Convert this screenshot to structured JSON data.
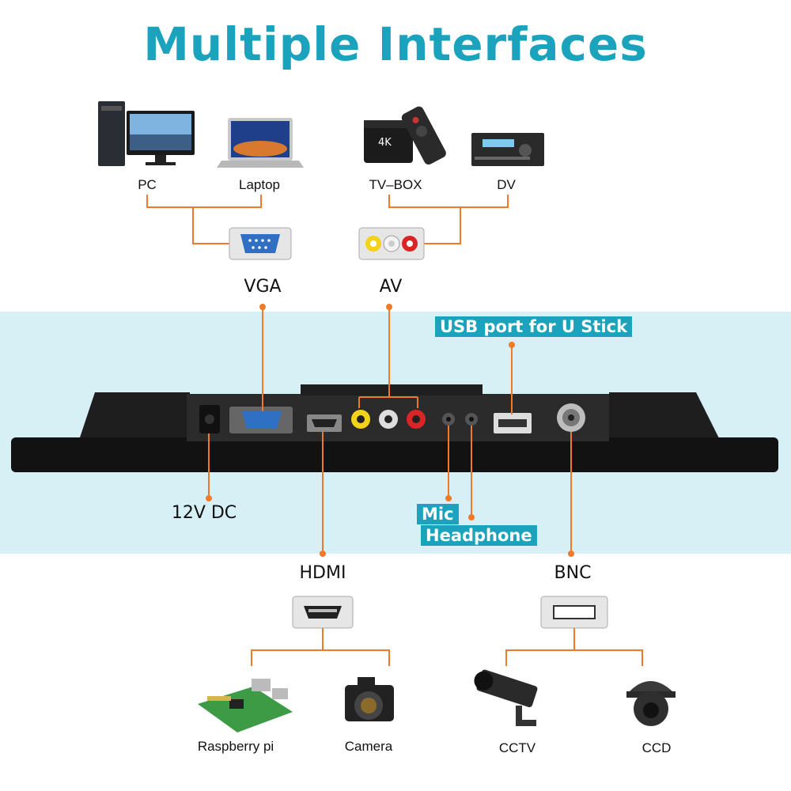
{
  "title": "Multiple Interfaces",
  "devices_top": {
    "pc": "PC",
    "laptop": "Laptop",
    "tvbox": "TV–BOX",
    "dv": "DV"
  },
  "ports": {
    "vga": "VGA",
    "av": "AV",
    "usb": "USB port for U Stick",
    "dc": "12V DC",
    "mic": "Mic",
    "headphone": "Headphone",
    "hdmi": "HDMI",
    "bnc": "BNC"
  },
  "devices_bottom": {
    "raspberry": "Raspberry pi",
    "camera": "Camera",
    "cctv": "CCTV",
    "ccd": "CCD"
  },
  "tvbox_screen_text": "4K",
  "colors": {
    "accent": "#1ba3bd",
    "line": "#f07a2a",
    "band": "#d6f0f6"
  }
}
